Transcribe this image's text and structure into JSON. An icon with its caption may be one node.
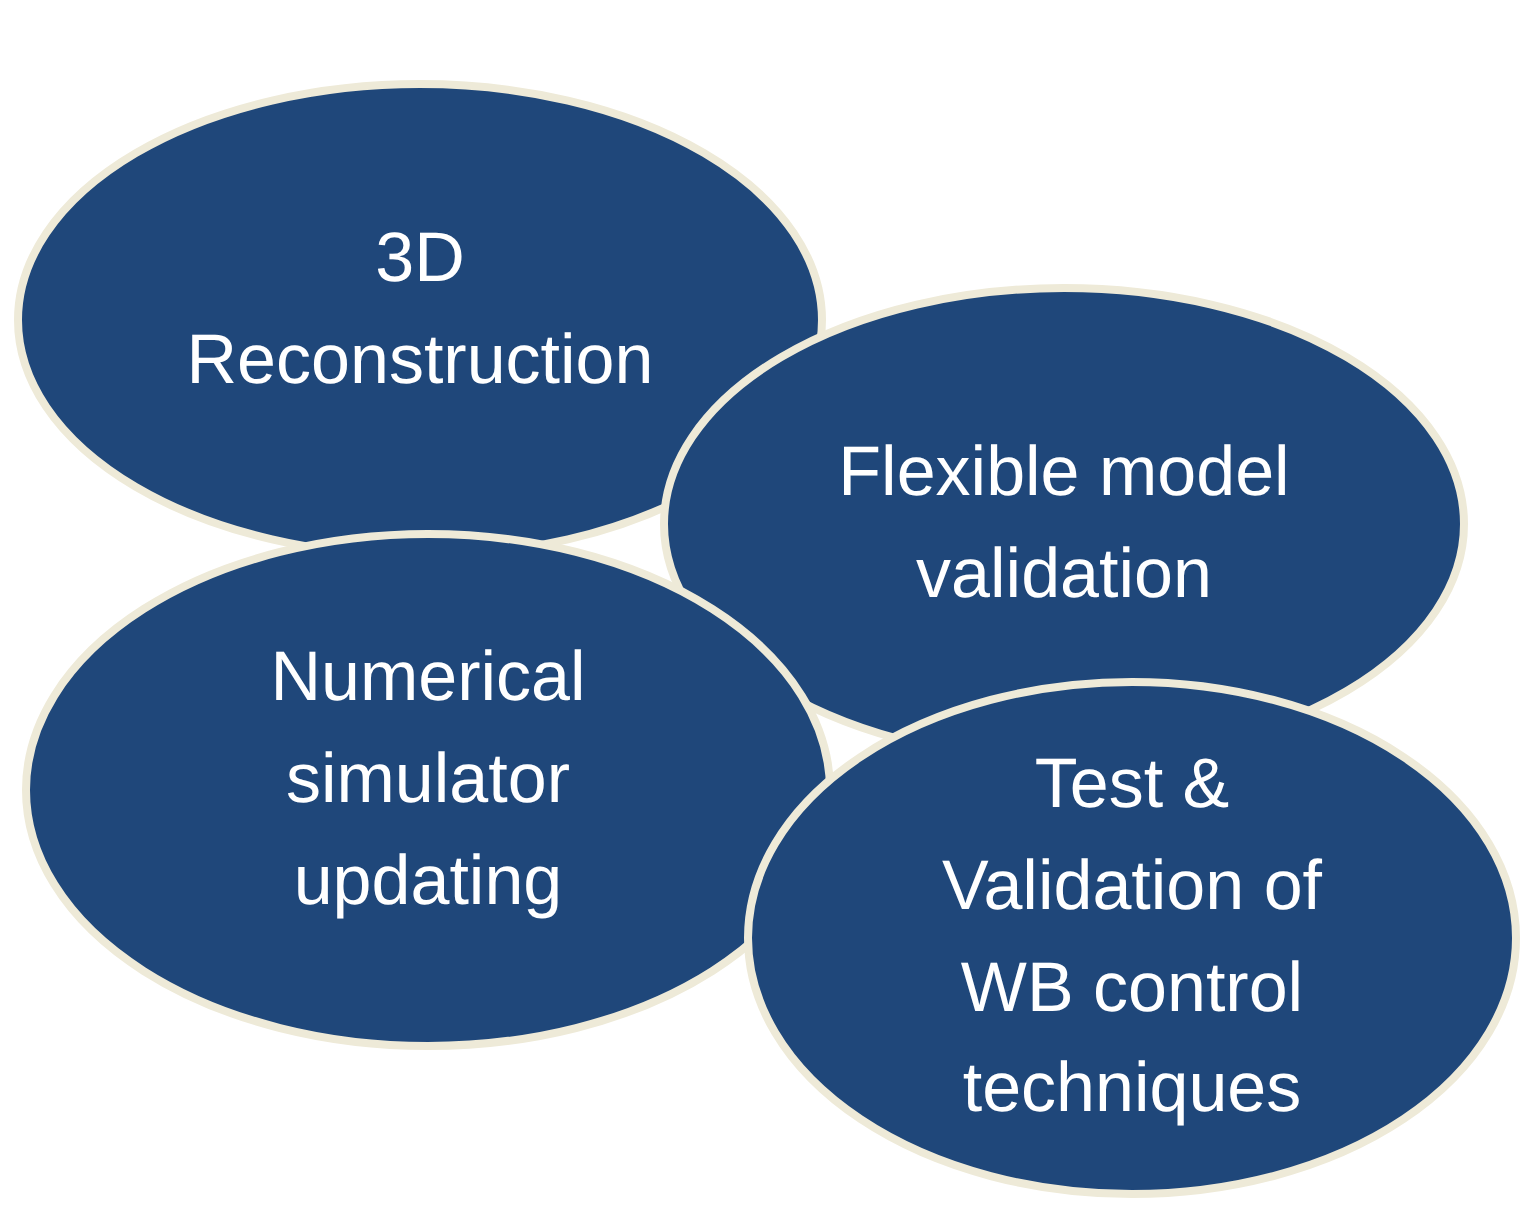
{
  "diagram": {
    "nodes": [
      {
        "text": [
          "3D Reconstruction"
        ]
      },
      {
        "text": [
          "Flexible model validation"
        ]
      },
      {
        "text": [
          "Numerical simulator updating"
        ]
      },
      {
        "text": [
          "Test & Validation of WB control techniques"
        ]
      }
    ]
  }
}
